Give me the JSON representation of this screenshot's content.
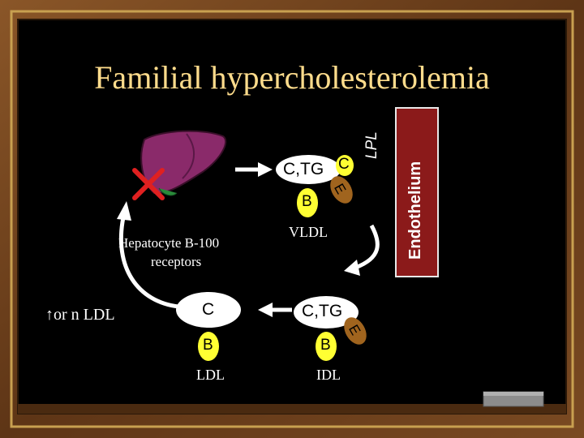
{
  "slide": {
    "title": "Familial hypercholesterolemia",
    "colors": {
      "title": "#ffdc8c",
      "chalkboard": "#000000",
      "frame_wood": "#6b3e1a",
      "frame_gold": "#c8a050",
      "apolipoprotein_yellow": "#ffff33",
      "apoE_brown": "#a0641e",
      "endothelium": "#8b1a1a",
      "liver": "#8a2a6a",
      "blocked_x": "#e02020"
    },
    "endothelium": {
      "label": "Endothelium"
    },
    "lpl": {
      "label": "LPL"
    },
    "vldl": {
      "core_label": "C,TG",
      "apo_c": "C",
      "apo_e": "E",
      "apo_b": "B",
      "name": "VLDL"
    },
    "idl": {
      "core_label": "C,TG",
      "apo_e": "E",
      "apo_b": "B",
      "name": "IDL"
    },
    "ldl": {
      "core_label": "C",
      "apo_b": "B",
      "name": "LDL"
    },
    "receptor_label_line1": "Hepatocyte B-100",
    "receptor_label_line2": "receptors",
    "plasma_ldl_note": "↑or n LDL",
    "icons": [
      "liver-icon",
      "blocked-x-icon",
      "eraser-icon"
    ]
  }
}
